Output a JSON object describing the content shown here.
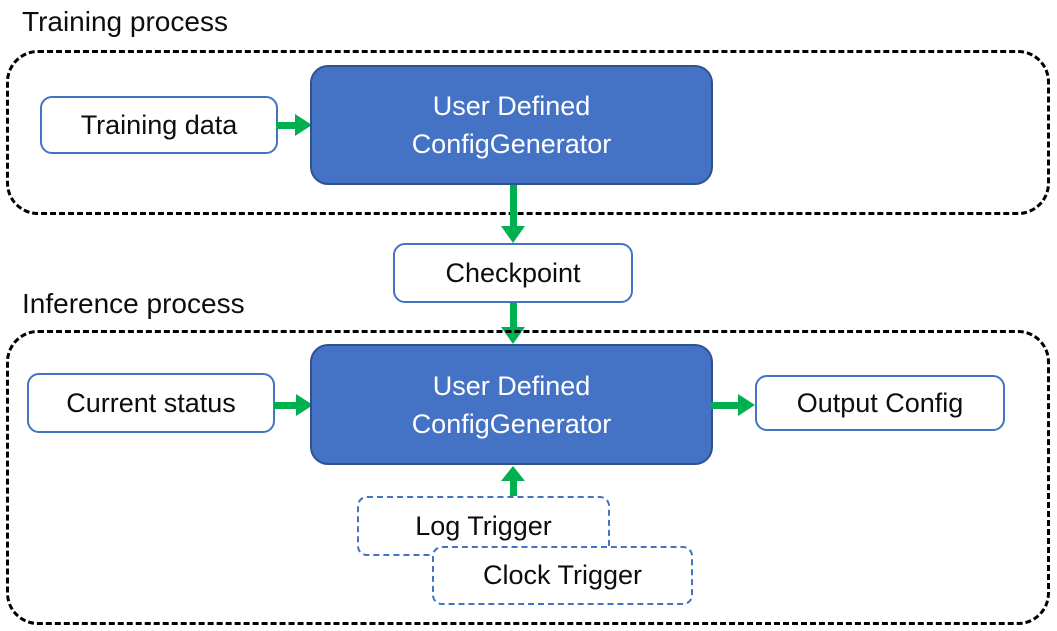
{
  "colors": {
    "accent-blue": "#4472C4",
    "accent-blue-dark": "#2F528F",
    "arrow-green": "#00B050",
    "text-dark": "#0d0d0d",
    "container-border": "#000000"
  },
  "diagram": {
    "training": {
      "label": "Training process",
      "training_data": "Training data",
      "generator_line1": "User Defined",
      "generator_line2": "ConfigGenerator"
    },
    "checkpoint": "Checkpoint",
    "inference": {
      "label": "Inference process",
      "current_status": "Current status",
      "generator_line1": "User Defined",
      "generator_line2": "ConfigGenerator",
      "output_config": "Output Config",
      "log_trigger": "Log Trigger",
      "clock_trigger": "Clock Trigger"
    }
  }
}
